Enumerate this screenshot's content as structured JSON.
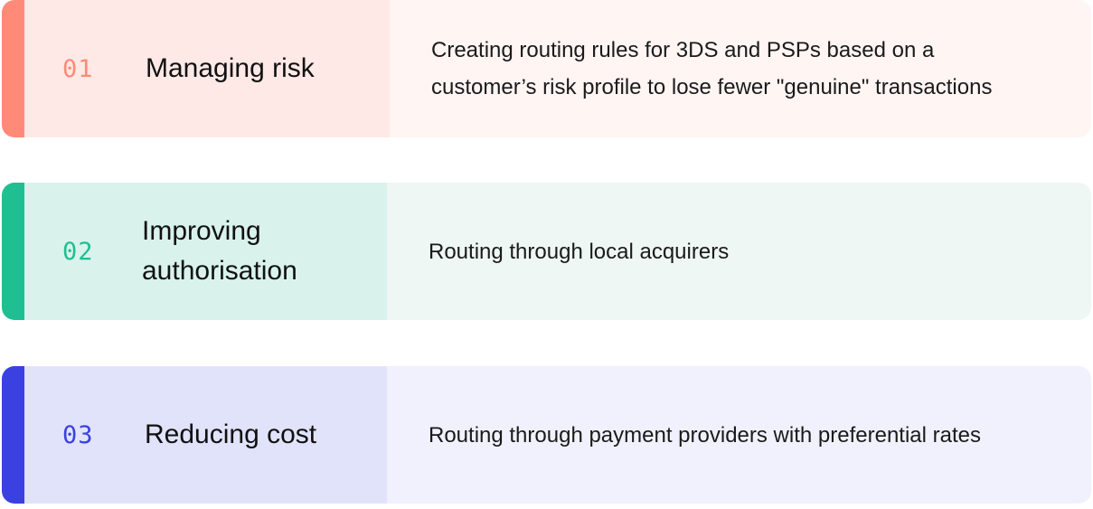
{
  "rows": [
    {
      "number": "01",
      "title": "Managing risk",
      "description_line1": "Creating routing rules for 3DS and PSPs based on a",
      "description_line2": "customer’s risk profile to lose fewer \"genuine\" transactions",
      "accent_color": "#ff8a78",
      "left_bg": "#ffe9e6",
      "right_bg": "#fff5f3",
      "number_color": "#ff8a78"
    },
    {
      "number": "02",
      "title_line1": "Improving",
      "title_line2": "authorisation",
      "description": "Routing through local acquirers",
      "accent_color": "#1fbf92",
      "left_bg": "#d9f3ec",
      "right_bg": "#eef7f3",
      "number_color": "#1fbf92"
    },
    {
      "number": "03",
      "title": "Reducing cost",
      "description": "Routing through payment providers with preferential rates",
      "accent_color": "#3b40e0",
      "left_bg": "#e1e3fa",
      "right_bg": "#f1f1fd",
      "number_color": "#3b40e0"
    }
  ]
}
